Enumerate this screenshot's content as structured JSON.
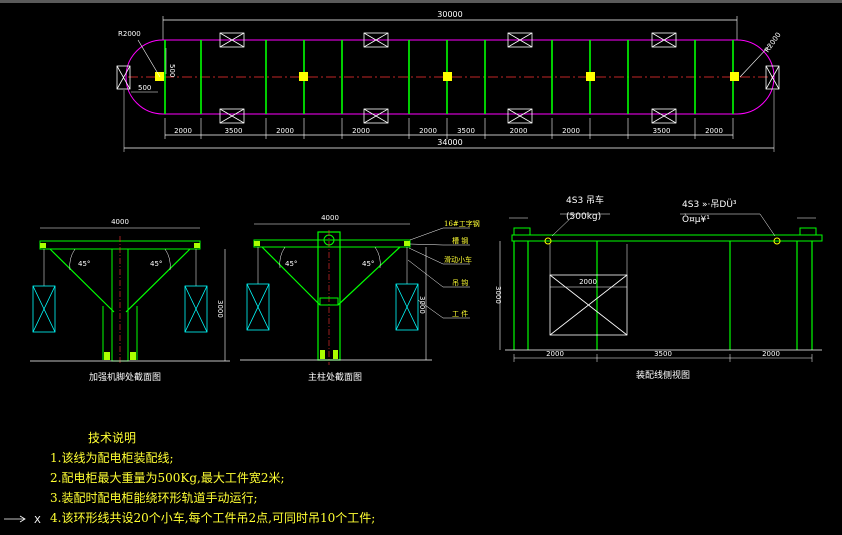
{
  "plan": {
    "dim_total_top": "30000",
    "dim_total_bottom": "34000",
    "radius_left": "R2000",
    "radius_right": "R2000",
    "dim_500_a": "500",
    "dim_500_b": "500",
    "seg_dims": [
      "2000",
      "3500",
      "2000",
      "2000",
      "2000",
      "3500",
      "2000",
      "2000",
      "3500",
      "2000"
    ]
  },
  "section_a": {
    "width_dim": "4000",
    "height_dim": "3000",
    "angle_left": "45°",
    "angle_right": "45°",
    "caption": "加强机脚处截面图"
  },
  "section_b": {
    "width_dim": "4000",
    "height_dim": "3000",
    "angle_left": "45°",
    "angle_right": "45°",
    "caption": "主柱处截面图",
    "callouts": [
      "16#工字钢",
      "槽 钢",
      "滑动小车",
      "吊 钩",
      "工 件"
    ]
  },
  "side_view": {
    "label_left": "4S3 吊车",
    "label_left_sub": "(500kg)",
    "label_right": "4S3 »·吊DÜ³",
    "label_right_sub": "Ò¤µ¥¹",
    "height_dim": "3000",
    "inner_dim": "2000",
    "bottom_dims": [
      "2000",
      "3500",
      "2000"
    ],
    "caption": "装配线侧视图"
  },
  "notes": {
    "title": "技术说明",
    "items": [
      "1.该线为配电柜装配线;",
      "2.配电柜最大重量为500Kg,最大工件宽2米;",
      "3.装配时配电柜能绕环形轨道手动运行;",
      "4.该环形线共设20个小车,每个工件吊2点,可同时吊10个工件;"
    ]
  },
  "ucs": {
    "label": "X"
  },
  "colors": {
    "background": "#000000",
    "magenta": "#ff00ff",
    "green": "#00ff00",
    "white": "#ffffff",
    "yellow": "#ffff00",
    "cyan": "#00ffff",
    "red": "#ff0000"
  }
}
